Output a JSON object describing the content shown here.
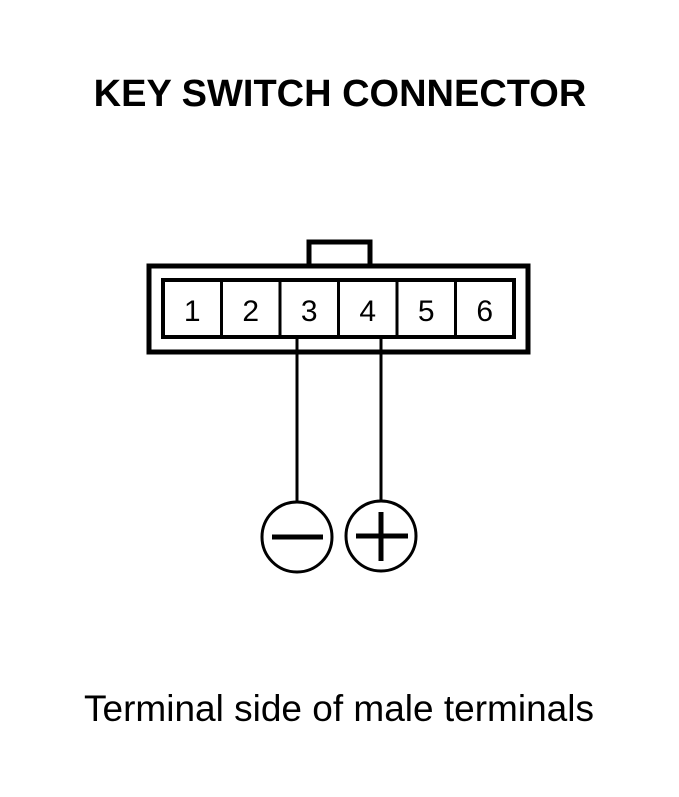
{
  "diagram": {
    "title": "KEY SWITCH CONNECTOR",
    "caption": "Terminal side of male terminals",
    "pins": [
      "1",
      "2",
      "3",
      "4",
      "5",
      "6"
    ],
    "probes": [
      {
        "pin": "3",
        "polarity": "negative"
      },
      {
        "pin": "4",
        "polarity": "positive"
      }
    ],
    "colors": {
      "ink": "#000000",
      "background": "#ffffff"
    }
  }
}
